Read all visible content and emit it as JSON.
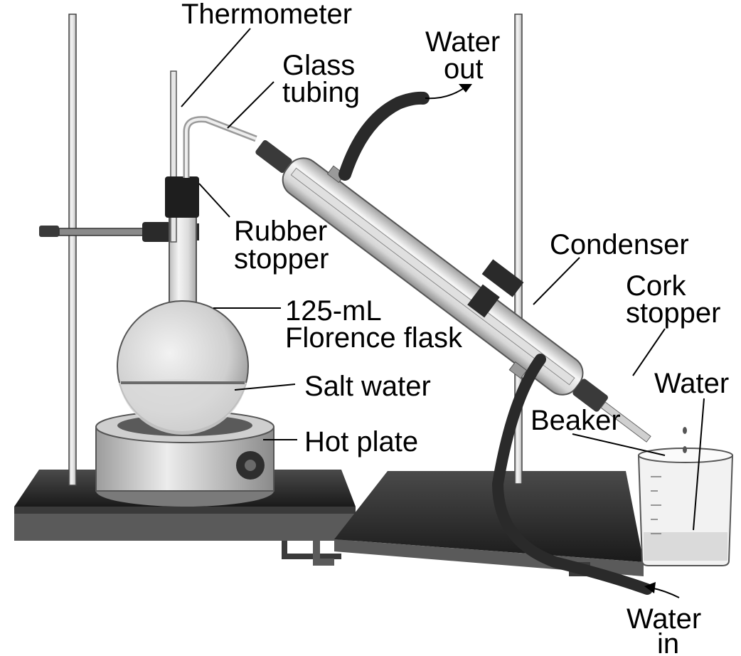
{
  "labels": {
    "thermometer": "Thermometer",
    "glass_tubing": [
      "Glass",
      "tubing"
    ],
    "water_out": [
      "Water",
      "out"
    ],
    "rubber_stopper": [
      "Rubber",
      "stopper"
    ],
    "florence_flask": [
      "125-mL",
      "Florence flask"
    ],
    "salt_water": "Salt water",
    "hot_plate": "Hot plate",
    "condenser": "Condenser",
    "cork_stopper": [
      "Cork",
      "stopper"
    ],
    "water": "Water",
    "beaker": "Beaker",
    "water_in": [
      "Water",
      "in"
    ]
  },
  "colors": {
    "ink": "#000000",
    "metal_dark": "#3a3a3a",
    "base_plate": "#2b2b2b",
    "glass": "#e8e8e8",
    "rubber": "#1e1e1e",
    "tubing": "#2a2a2a"
  }
}
